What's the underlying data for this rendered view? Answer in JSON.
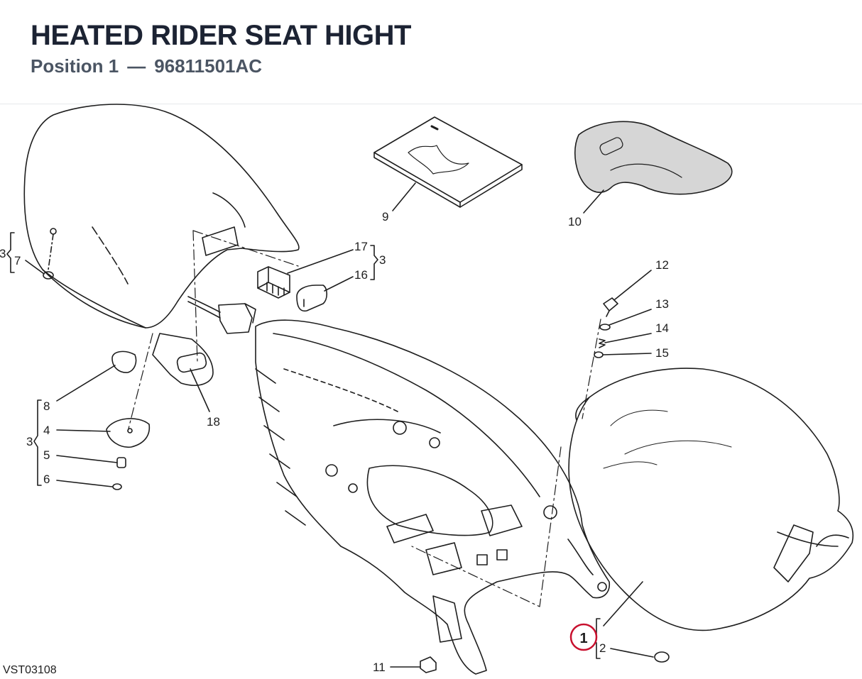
{
  "header": {
    "title": "HEATED RIDER SEAT HIGHT",
    "position_label": "Position 1",
    "separator": "—",
    "part_number": "96811501AC"
  },
  "diagram": {
    "reference_code": "VST03108",
    "highlighted_callout": "1",
    "callouts": {
      "c1": "1",
      "c2": "2",
      "c3a": "3",
      "c3b": "3",
      "c3c": "3",
      "c4": "4",
      "c5": "5",
      "c6": "6",
      "c7": "7",
      "c8": "8",
      "c9": "9",
      "c10": "10",
      "c11": "11",
      "c12": "12",
      "c13": "13",
      "c14": "14",
      "c15": "15",
      "c16": "16",
      "c17": "17",
      "c18": "18"
    },
    "colors": {
      "line": "#1e1e1e",
      "highlight": "#c8102e",
      "fill_gray": "#d6d6d6"
    }
  }
}
